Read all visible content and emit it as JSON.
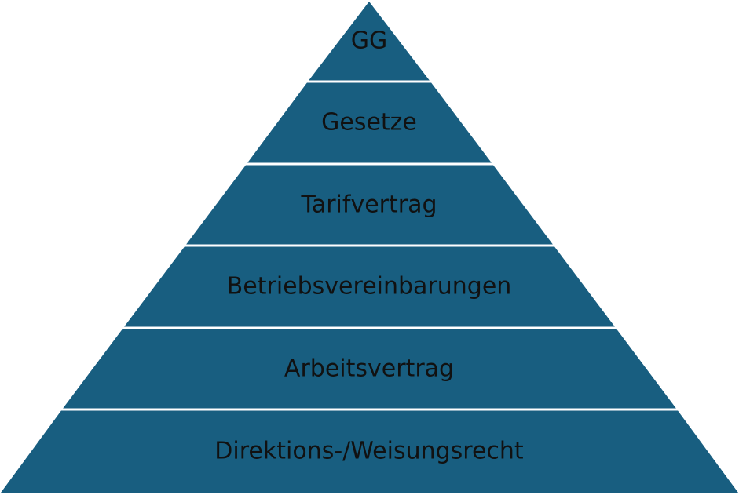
{
  "colors": {
    "level_fill": "#185e80",
    "separator": "#ffffff",
    "text": "#111111",
    "background": "#ffffff"
  },
  "pyramid": {
    "levels": [
      {
        "label": "GG"
      },
      {
        "label": "Gesetze"
      },
      {
        "label": "Tarifvertrag"
      },
      {
        "label": "Betriebsvereinbarungen"
      },
      {
        "label": "Arbeitsvertrag"
      },
      {
        "label": "Direktions-/Weisungsrecht"
      }
    ]
  }
}
